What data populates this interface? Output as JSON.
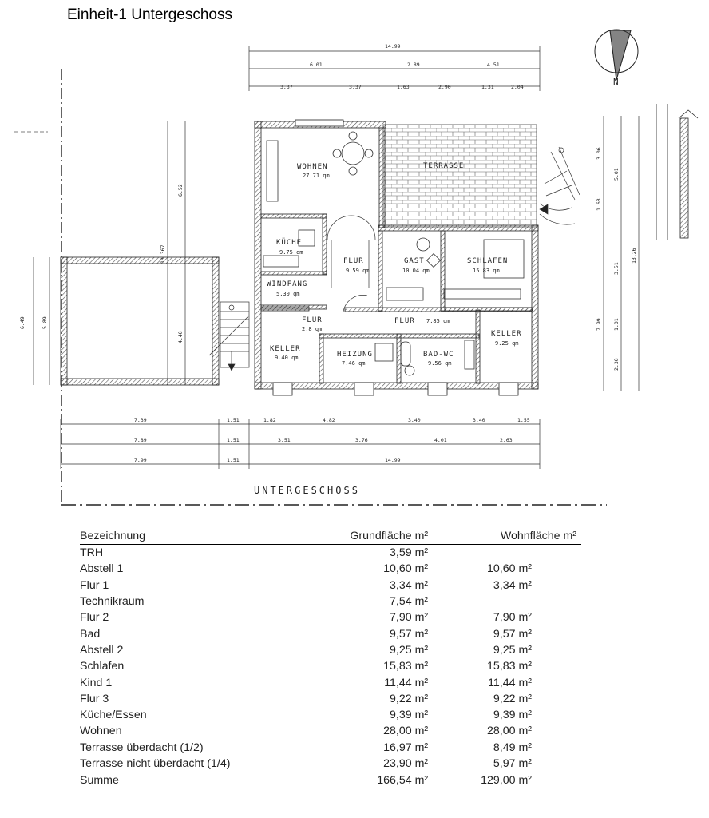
{
  "title": "Einheit-1 Untergeschoss",
  "plan": {
    "caption": "UNTERGESCHOSS",
    "north": "N",
    "rooms": {
      "wohnen": {
        "name": "WOHNEN",
        "area": "27.71 qm"
      },
      "terrasse": {
        "name": "TERRASSE"
      },
      "kueche": {
        "name": "KÜCHE",
        "area": "9.75 qm"
      },
      "flur1": {
        "name": "FLUR",
        "area": "9.59 qm"
      },
      "gast": {
        "name": "GAST",
        "area": "10.04 qm"
      },
      "schlafen": {
        "name": "SCHLAFEN",
        "area": "15.83 qm"
      },
      "windfang": {
        "name": "WINDFANG",
        "area": "5.30 qm"
      },
      "flur2": {
        "name": "FLUR",
        "area": "2.8 qm"
      },
      "flur3": {
        "name": "FLUR",
        "area": "7.85 qm"
      },
      "keller1": {
        "name": "KELLER",
        "area": "9.40 qm"
      },
      "heizung": {
        "name": "HEIZUNG",
        "area": "7.46 qm"
      },
      "badwc": {
        "name": "BAD-WC",
        "area": "9.56 qm"
      },
      "keller2": {
        "name": "KELLER",
        "area": "9.25 qm"
      }
    },
    "dims": {
      "top_total": "14.99",
      "top_row1": [
        "6.01",
        "2.89",
        "4.51"
      ],
      "top_row2": [
        "3.37",
        "3.37",
        "1.63",
        "2.90",
        "1.31",
        "2.04"
      ],
      "bottom_row1": [
        "7.39",
        "1.51",
        "1.82",
        "4.82",
        "3.40",
        "3.40",
        "1.55"
      ],
      "bottom_row2": [
        "7.89",
        "1.51",
        "3.51",
        "3.76",
        "4.01",
        "2.63"
      ],
      "bottom_row3": [
        "7.99",
        "1.51",
        "14.99"
      ],
      "left": [
        "6.49",
        "5.89",
        "13.367",
        "6.52",
        "4.48"
      ],
      "right": [
        "3.06",
        "5.01",
        "1.68",
        "13.26",
        "3.51",
        "7.99",
        "1.01",
        "2.38"
      ]
    }
  },
  "table": {
    "headers": [
      "Bezeichnung",
      "Grundfläche m²",
      "Wohnfläche m²"
    ],
    "rows": [
      {
        "name": "TRH",
        "grund": "3,59 m²",
        "wohn": ""
      },
      {
        "name": "Abstell 1",
        "grund": "10,60 m²",
        "wohn": "10,60 m²"
      },
      {
        "name": "Flur 1",
        "grund": "3,34 m²",
        "wohn": "3,34 m²"
      },
      {
        "name": "Technikraum",
        "grund": "7,54 m²",
        "wohn": ""
      },
      {
        "name": "Flur 2",
        "grund": "7,90 m²",
        "wohn": "7,90 m²"
      },
      {
        "name": "Bad",
        "grund": "9,57 m²",
        "wohn": "9,57 m²"
      },
      {
        "name": "Abstell 2",
        "grund": "9,25 m²",
        "wohn": "9,25 m²"
      },
      {
        "name": "Schlafen",
        "grund": "15,83 m²",
        "wohn": "15,83 m²"
      },
      {
        "name": "Kind 1",
        "grund": "11,44 m²",
        "wohn": "11,44 m²"
      },
      {
        "name": "Flur 3",
        "grund": "9,22 m²",
        "wohn": "9,22 m²"
      },
      {
        "name": "Küche/Essen",
        "grund": "9,39 m²",
        "wohn": "9,39 m²"
      },
      {
        "name": "Wohnen",
        "grund": "28,00 m²",
        "wohn": "28,00 m²"
      },
      {
        "name": "Terrasse überdacht (1/2)",
        "grund": "16,97 m²",
        "wohn": "8,49 m²"
      },
      {
        "name": "Terrasse nicht überdacht (1/4)",
        "grund": "23,90 m²",
        "wohn": "5,97 m²"
      }
    ],
    "sum": {
      "name": "Summe",
      "grund": "166,54 m²",
      "wohn": "129,00 m²"
    }
  }
}
